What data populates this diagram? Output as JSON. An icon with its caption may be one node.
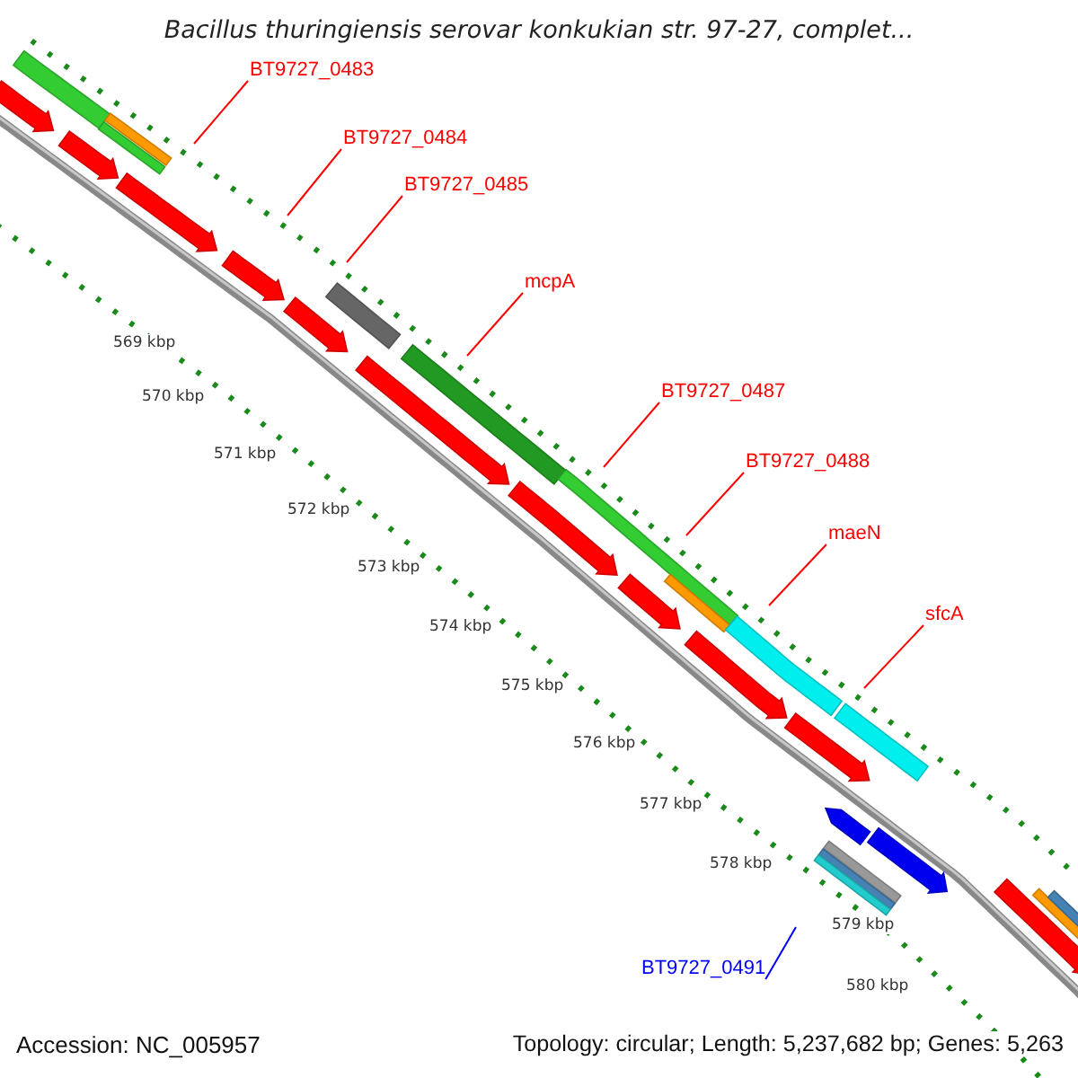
{
  "diagram": {
    "title": "Bacillus thuringiensis serovar konkukian str. 97-27, complet...",
    "nodes": [
      {
        "text": [
          "BT9727_0483"
        ]
      },
      {
        "text": [
          "BT9727_0484"
        ]
      },
      {
        "text": [
          "BT9727_0485"
        ]
      },
      {
        "text": [
          "mcpA"
        ]
      },
      {
        "text": [
          "BT9727_0487"
        ]
      },
      {
        "text": [
          "BT9727_0488"
        ]
      },
      {
        "text": [
          "maeN"
        ]
      },
      {
        "text": [
          "sfcA"
        ]
      },
      {
        "text": [
          "BT9727_0491"
        ]
      }
    ],
    "edges": [
      {
        "from": 0,
        "to": null,
        "arrow": "none"
      },
      {
        "from": 1,
        "to": null,
        "arrow": "none"
      },
      {
        "from": 2,
        "to": null,
        "arrow": "none"
      },
      {
        "from": 3,
        "to": null,
        "arrow": "none"
      },
      {
        "from": 4,
        "to": null,
        "arrow": "none"
      },
      {
        "from": 5,
        "to": null,
        "arrow": "none"
      },
      {
        "from": 6,
        "to": null,
        "arrow": "none"
      },
      {
        "from": 7,
        "to": null,
        "arrow": "none"
      },
      {
        "from": 8,
        "to": null,
        "arrow": "none",
        "color": "#0000ff"
      }
    ],
    "labels": [
      "569 kbp",
      "570 kbp",
      "571 kbp",
      "572 kbp",
      "573 kbp",
      "574 kbp",
      "575 kbp",
      "576 kbp",
      "577 kbp",
      "578 kbp",
      "579 kbp",
      "580 kbp",
      "Accession: NC_005957",
      "Topology: circular; Length: 5,237,682 bp; Genes: 5,263"
    ]
  }
}
